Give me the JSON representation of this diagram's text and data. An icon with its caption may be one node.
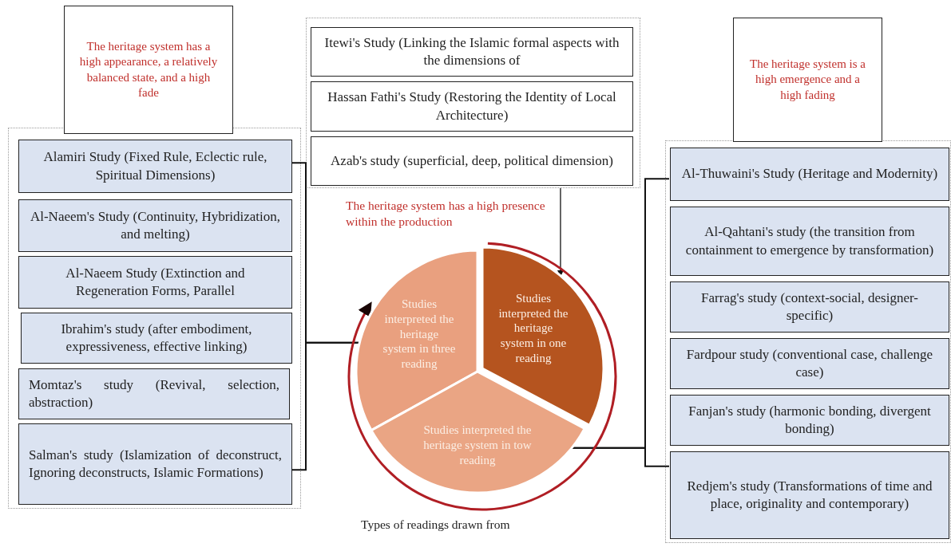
{
  "diagram": {
    "nodes": [
      {
        "text": [
          "The heritage system has a high appearance, a relatively balanced state, and a high fade"
        ]
      },
      {
        "text": [],
        "shape": "box"
      },
      {
        "text": [
          "Alamiri Study (Fixed Rule, Eclectic rule, Spiritual Dimensions)"
        ],
        "in": 1
      },
      {
        "text": [
          "Al-Naeem's Study (Continuity, Hybridization, and melting)"
        ],
        "in": 1
      },
      {
        "text": [
          "Al-Naeem Study (Extinction and Regeneration Forms, Parallel"
        ],
        "in": 1
      },
      {
        "text": [
          "Ibrahim's study (after embodiment, expressiveness, effective linking)"
        ],
        "in": 1
      },
      {
        "text": [
          "Momtaz's study (Revival, selection, abstraction)"
        ],
        "in": 1
      },
      {
        "text": [
          "Salman's study (Islamization of deconstruct, Ignoring deconstructs, Islamic Formations)"
        ],
        "in": 1
      },
      {
        "text": [],
        "shape": "box"
      },
      {
        "text": [
          "Itewi's Study (Linking the Islamic formal aspects with the dimensions of"
        ],
        "in": 8
      },
      {
        "text": [
          "Hassan Fathi's Study (Restoring the Identity of Local Architecture)"
        ],
        "in": 8
      },
      {
        "text": [
          "Azab's study (superficial, deep, political dimension)"
        ],
        "in": 8
      },
      {
        "text": [
          "The heritage system is a high emergence and a high fading"
        ]
      },
      {
        "text": [],
        "shape": "box"
      },
      {
        "text": [
          "Al-Thuwaini's Study (Heritage and Modernity)"
        ],
        "in": 13
      },
      {
        "text": [
          "Al-Qahtani's study (the transition from containment to emergence by transformation)"
        ],
        "in": 13
      },
      {
        "text": [
          "Farrag's study (context-social, designer-specific)"
        ],
        "in": 13
      },
      {
        "text": [
          "Fardpour study (conventional case, challenge case)"
        ],
        "in": 13
      },
      {
        "text": [
          "Fanjan's study (harmonic bonding, divergent bonding)"
        ],
        "in": 13
      },
      {
        "text": [
          "Redjem's study (Transformations of time and place, originality and contemporary)"
        ],
        "in": 13
      },
      {
        "text": [
          "Studies interpreted the heritage system in three reading"
        ]
      },
      {
        "text": [
          "Studies interpreted the heritage system in one reading"
        ]
      },
      {
        "text": [
          "Studies interpreted the heritage system in tow reading"
        ]
      }
    ],
    "edges": [
      {
        "from": 2,
        "to": 20,
        "arrow": "none"
      },
      {
        "from": 7,
        "to": 20,
        "arrow": "none"
      },
      {
        "from": 8,
        "to": 21,
        "arrow": "to"
      },
      {
        "from": 22,
        "to": 14,
        "arrow": "none"
      },
      {
        "from": 22,
        "to": 19,
        "arrow": "none"
      },
      {
        "from": 21,
        "to": 20,
        "arrow": "to",
        "color": "#b01e24"
      }
    ],
    "labels": [
      "The heritage system has a high presence within the production",
      "Types of readings drawn from"
    ]
  }
}
